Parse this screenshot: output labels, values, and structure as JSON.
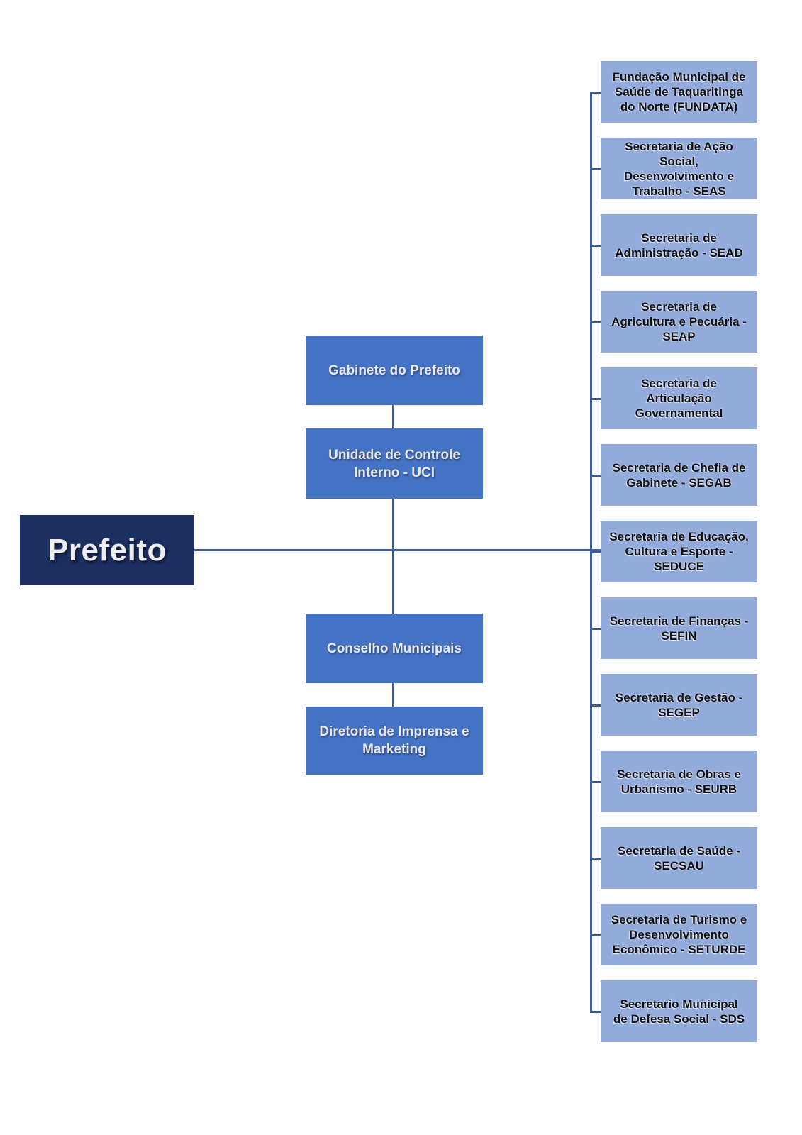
{
  "colors": {
    "canvas_bg": "#FFFFFF",
    "root_bg": "#1C2F63",
    "branch_bg": "#4472C4",
    "leaf_bg": "#92ABDB",
    "connector": "#3C5A99"
  },
  "root": {
    "id": "prefeito",
    "label": "Prefeito"
  },
  "branches": [
    {
      "id": "gabinete",
      "label": "Gabinete do Prefeito"
    },
    {
      "id": "uci",
      "label": "Unidade de Controle\nInterno - UCI"
    },
    {
      "id": "conselho",
      "label": "Conselho Municipais"
    },
    {
      "id": "imprensa",
      "label": "Diretoria de Imprensa e\nMarketing"
    }
  ],
  "leaves": [
    {
      "id": "fundata",
      "label": "Fundação Municipal de\nSaúde de Taquaritinga\ndo Norte (FUNDATA)"
    },
    {
      "id": "seas",
      "label": "Secretaria de Ação\nSocial,\nDesenvolvimento e\nTrabalho - SEAS"
    },
    {
      "id": "sead",
      "label": "Secretaria de\nAdministração - SEAD"
    },
    {
      "id": "seap",
      "label": "Secretaria de\nAgricultura e Pecuária -\nSEAP"
    },
    {
      "id": "artgov",
      "label": "Secretaria de\nArticulação\nGovernamental"
    },
    {
      "id": "segab",
      "label": "Secretaria de Chefia de\nGabinete - SEGAB"
    },
    {
      "id": "seduce",
      "label": "Secretaria de Educação,\nCultura e Esporte -\nSEDUCE"
    },
    {
      "id": "sefin",
      "label": "Secretaria de Finanças -\nSEFIN"
    },
    {
      "id": "segep",
      "label": "Secretaria de Gestão -\nSEGEP"
    },
    {
      "id": "seurb",
      "label": "Secretaria de Obras e\nUrbanismo - SEURB"
    },
    {
      "id": "secsau",
      "label": "Secretaria de Saúde -\nSECSAU"
    },
    {
      "id": "seturde",
      "label": "Secretaria de Turismo e\nDesenvolvimento\nEconômico - SETURDE"
    },
    {
      "id": "sds",
      "label": "Secretario Municipal\nde Defesa Social - SDS"
    }
  ]
}
